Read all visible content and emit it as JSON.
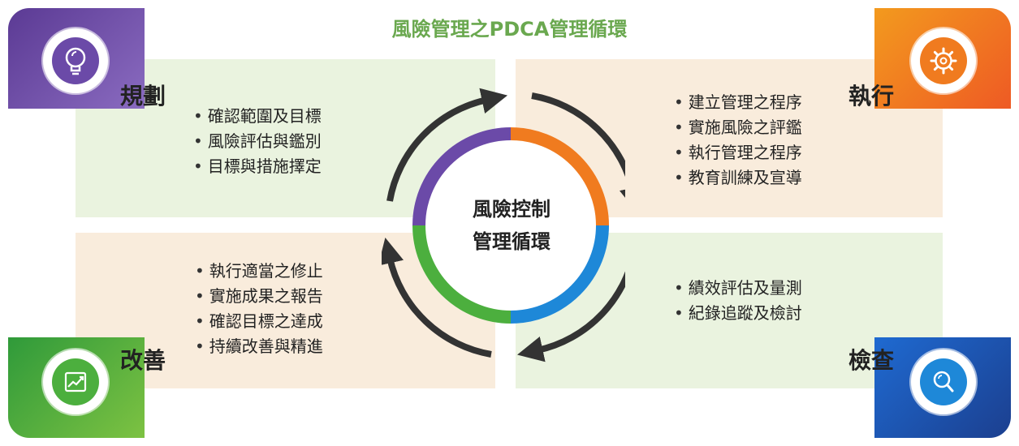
{
  "title": "風險管理之PDCA管理循環",
  "center": {
    "line1": "風險控制",
    "line2": "管理循環"
  },
  "stages": {
    "plan": {
      "label": "規劃",
      "items": [
        "確認範圍及目標",
        "風險評估與鑑別",
        "目標與措施擇定"
      ],
      "icon": "lightbulb-icon",
      "color": "#6b4aa8"
    },
    "do": {
      "label": "執行",
      "items": [
        "建立管理之程序",
        "實施風險之評鑑",
        "執行管理之程序",
        "教育訓練及宣導"
      ],
      "icon": "gear-icon",
      "color": "#f07b1f"
    },
    "check": {
      "label": "檢查",
      "items": [
        "績效評估及量測",
        "紀錄追蹤及檢討"
      ],
      "icon": "magnifier-icon",
      "color": "#1e88d8"
    },
    "act": {
      "label": "改善",
      "items": [
        "執行適當之修止",
        "實施成果之報告",
        "確認目標之達成",
        "持續改善與精進"
      ],
      "icon": "growth-chart-icon",
      "color": "#4caf3e"
    }
  }
}
